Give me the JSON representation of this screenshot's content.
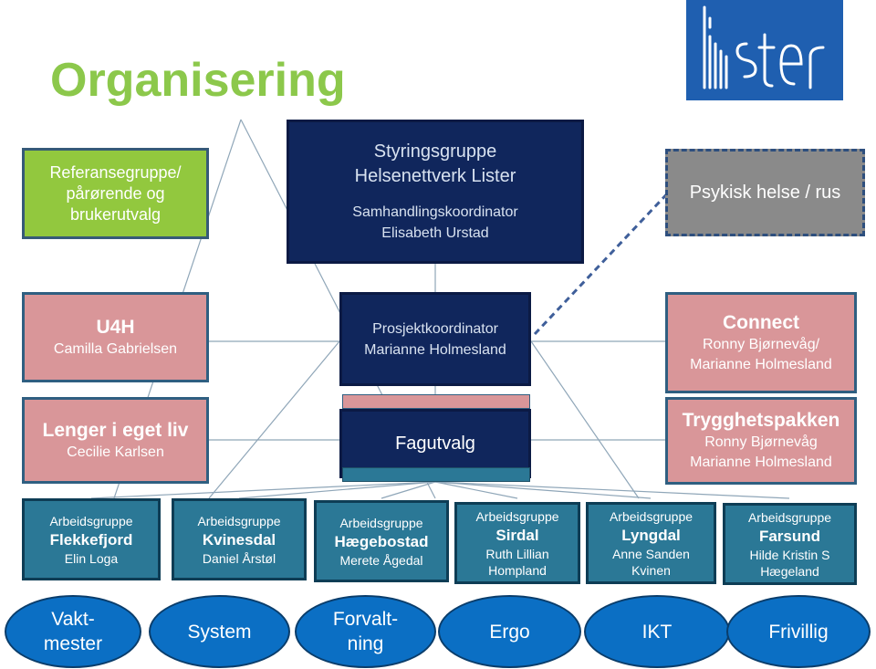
{
  "title": "Organisering",
  "logo": {
    "text": "lister",
    "color": "#1f5fb0"
  },
  "referanse": [
    "Referansegruppe/",
    "pårørende og",
    "brukerutvalg"
  ],
  "styringsgruppe": {
    "line1": "Styringsgruppe",
    "line2": "Helsenettverk Lister",
    "line3": "Samhandlingskoordinator",
    "line4": "Elisabeth Urstad"
  },
  "psykisk": "Psykisk helse / rus",
  "u4h": {
    "title": "U4H",
    "sub": "Camilla Gabrielsen"
  },
  "prosjekt": {
    "line1": "Prosjektkoordinator",
    "line2": "Marianne Holmesland"
  },
  "connect": {
    "title": "Connect",
    "line1": "Ronny Bjørnevåg/",
    "line2": "Marianne Holmesland"
  },
  "lenger": {
    "title": "Lenger i eget liv",
    "sub": "Cecilie Karlsen"
  },
  "fagutvalg": "Fagutvalg",
  "trygg": {
    "title": "Trygghetspakken",
    "line1": "Ronny Bjørnevåg",
    "line2": "Marianne Holmesland"
  },
  "arbeidsgrupper": [
    {
      "label": "Arbeidsgruppe",
      "name": "Flekkefjord",
      "person1": "Elin Loga",
      "person2": ""
    },
    {
      "label": "Arbeidsgruppe",
      "name": "Kvinesdal",
      "person1": "Daniel Årstøl",
      "person2": ""
    },
    {
      "label": "Arbeidsgruppe",
      "name": "Hægebostad",
      "person1": "Merete Ågedal",
      "person2": ""
    },
    {
      "label": "Arbeidsgruppe",
      "name": "Sirdal",
      "person1": "Ruth Lillian",
      "person2": "Hompland"
    },
    {
      "label": "Arbeidsgruppe",
      "name": "Lyngdal",
      "person1": "Anne Sanden",
      "person2": "Kvinen"
    },
    {
      "label": "Arbeidsgruppe",
      "name": "Farsund",
      "person1": "Hilde Kristin S",
      "person2": "Hægeland"
    }
  ],
  "ovals": [
    {
      "line1": "Vakt-",
      "line2": "mester"
    },
    {
      "line1": "System",
      "line2": ""
    },
    {
      "line1": "Forvalt-",
      "line2": "ning"
    },
    {
      "line1": "Ergo",
      "line2": ""
    },
    {
      "line1": "IKT",
      "line2": ""
    },
    {
      "line1": "Frivillig",
      "line2": ""
    }
  ],
  "colors": {
    "navy": "#10265c",
    "green": "#92c83e",
    "pink": "#d99699",
    "teal": "#2b7896",
    "oval_blue": "#0b6fc4",
    "grey": "#8a8a8a",
    "title_green": "#8cc84b"
  }
}
